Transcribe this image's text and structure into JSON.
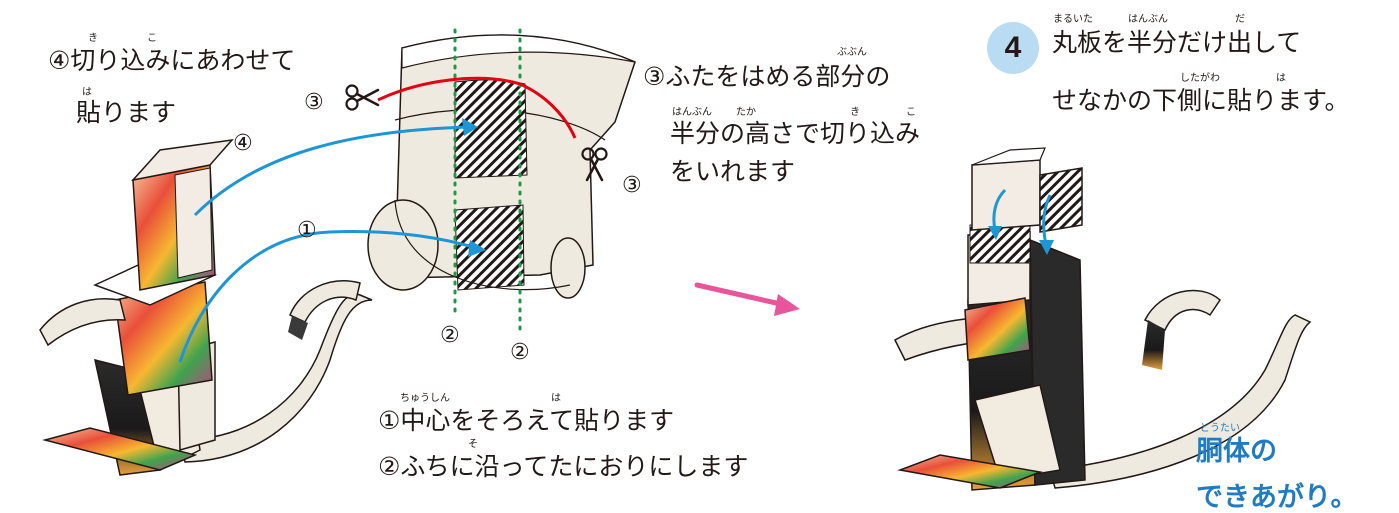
{
  "notes": {
    "note4_line1": "④切り込みにあわせて",
    "note4_line2": "貼ります",
    "note3_line1": "③ふたをはめる部分の",
    "note3_line2": "半分の高さで切り込み",
    "note3_line3": "をいれます",
    "note1": "①中心をそろえて貼ります",
    "note2": "②ふちに沿ってたにおりにします"
  },
  "ruby": {
    "kiri": "き",
    "komi": "こ",
    "ha": "は",
    "bubun": "ぶぶん",
    "hanbun": "はんぶん",
    "taka": "たか",
    "chuushin": "ちゅうしん",
    "so": "そ",
    "maruita": "まるいた",
    "da": "だ",
    "shitagawa": "したがわ",
    "doutai": "どうたい"
  },
  "markers": {
    "m1": "①",
    "m2": "②",
    "m3": "③",
    "m4": "④"
  },
  "step": {
    "number": "4",
    "line1": "丸板を半分だけ出して",
    "line2": "せなかの下側に貼ります。"
  },
  "result": {
    "line1": "胴体の",
    "line2": "できあがり。"
  },
  "colors": {
    "arrow_blue": "#1e96d6",
    "cut_red": "#e50012",
    "fold_green": "#1a9a45",
    "next_arrow_pink": "#e8559a",
    "badge_fill": "#b9dcf2",
    "caption_blue": "#1f7cc4",
    "paper": "#efeadf"
  },
  "icons": {
    "scissors": "scissors-icon",
    "next": "arrow-right-icon"
  }
}
